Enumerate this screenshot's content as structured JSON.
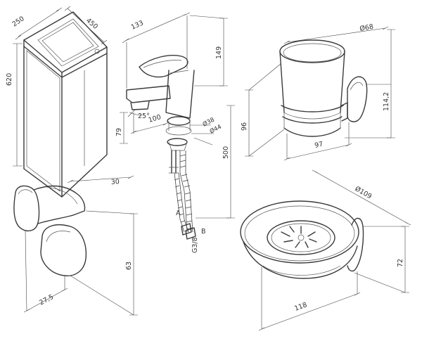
{
  "items": {
    "cabinet": {
      "dims": {
        "width": "450",
        "depth": "250",
        "height": "620"
      }
    },
    "faucet": {
      "dims": {
        "length": "133",
        "height": "149",
        "reach": "100",
        "tilt": "25°",
        "base_height": "79",
        "diameter_inner": "Ø38",
        "diameter_outer": "Ø44",
        "hose_length": "500",
        "inlet_a": "A",
        "inlet_b": "B",
        "thread": "G3/8"
      }
    },
    "tumbler_holder": {
      "dims": {
        "diameter": "Ø68",
        "height": "114,2",
        "cup_height": "96",
        "projection": "97"
      }
    },
    "hook": {
      "dims": {
        "width": "30",
        "height": "63",
        "depth": "27,5"
      }
    },
    "soap_dish": {
      "dims": {
        "diameter": "Ø109",
        "projection": "118",
        "height": "72"
      }
    }
  }
}
